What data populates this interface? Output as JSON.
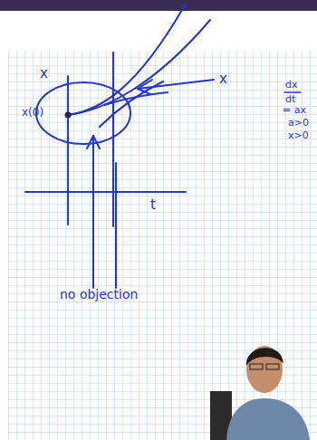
{
  "diagram": {
    "labels": [
      "x",
      "x(0)",
      "t",
      "x",
      "dx",
      "dt",
      "= ax",
      "a>0",
      "x>0",
      "no objection"
    ]
  }
}
